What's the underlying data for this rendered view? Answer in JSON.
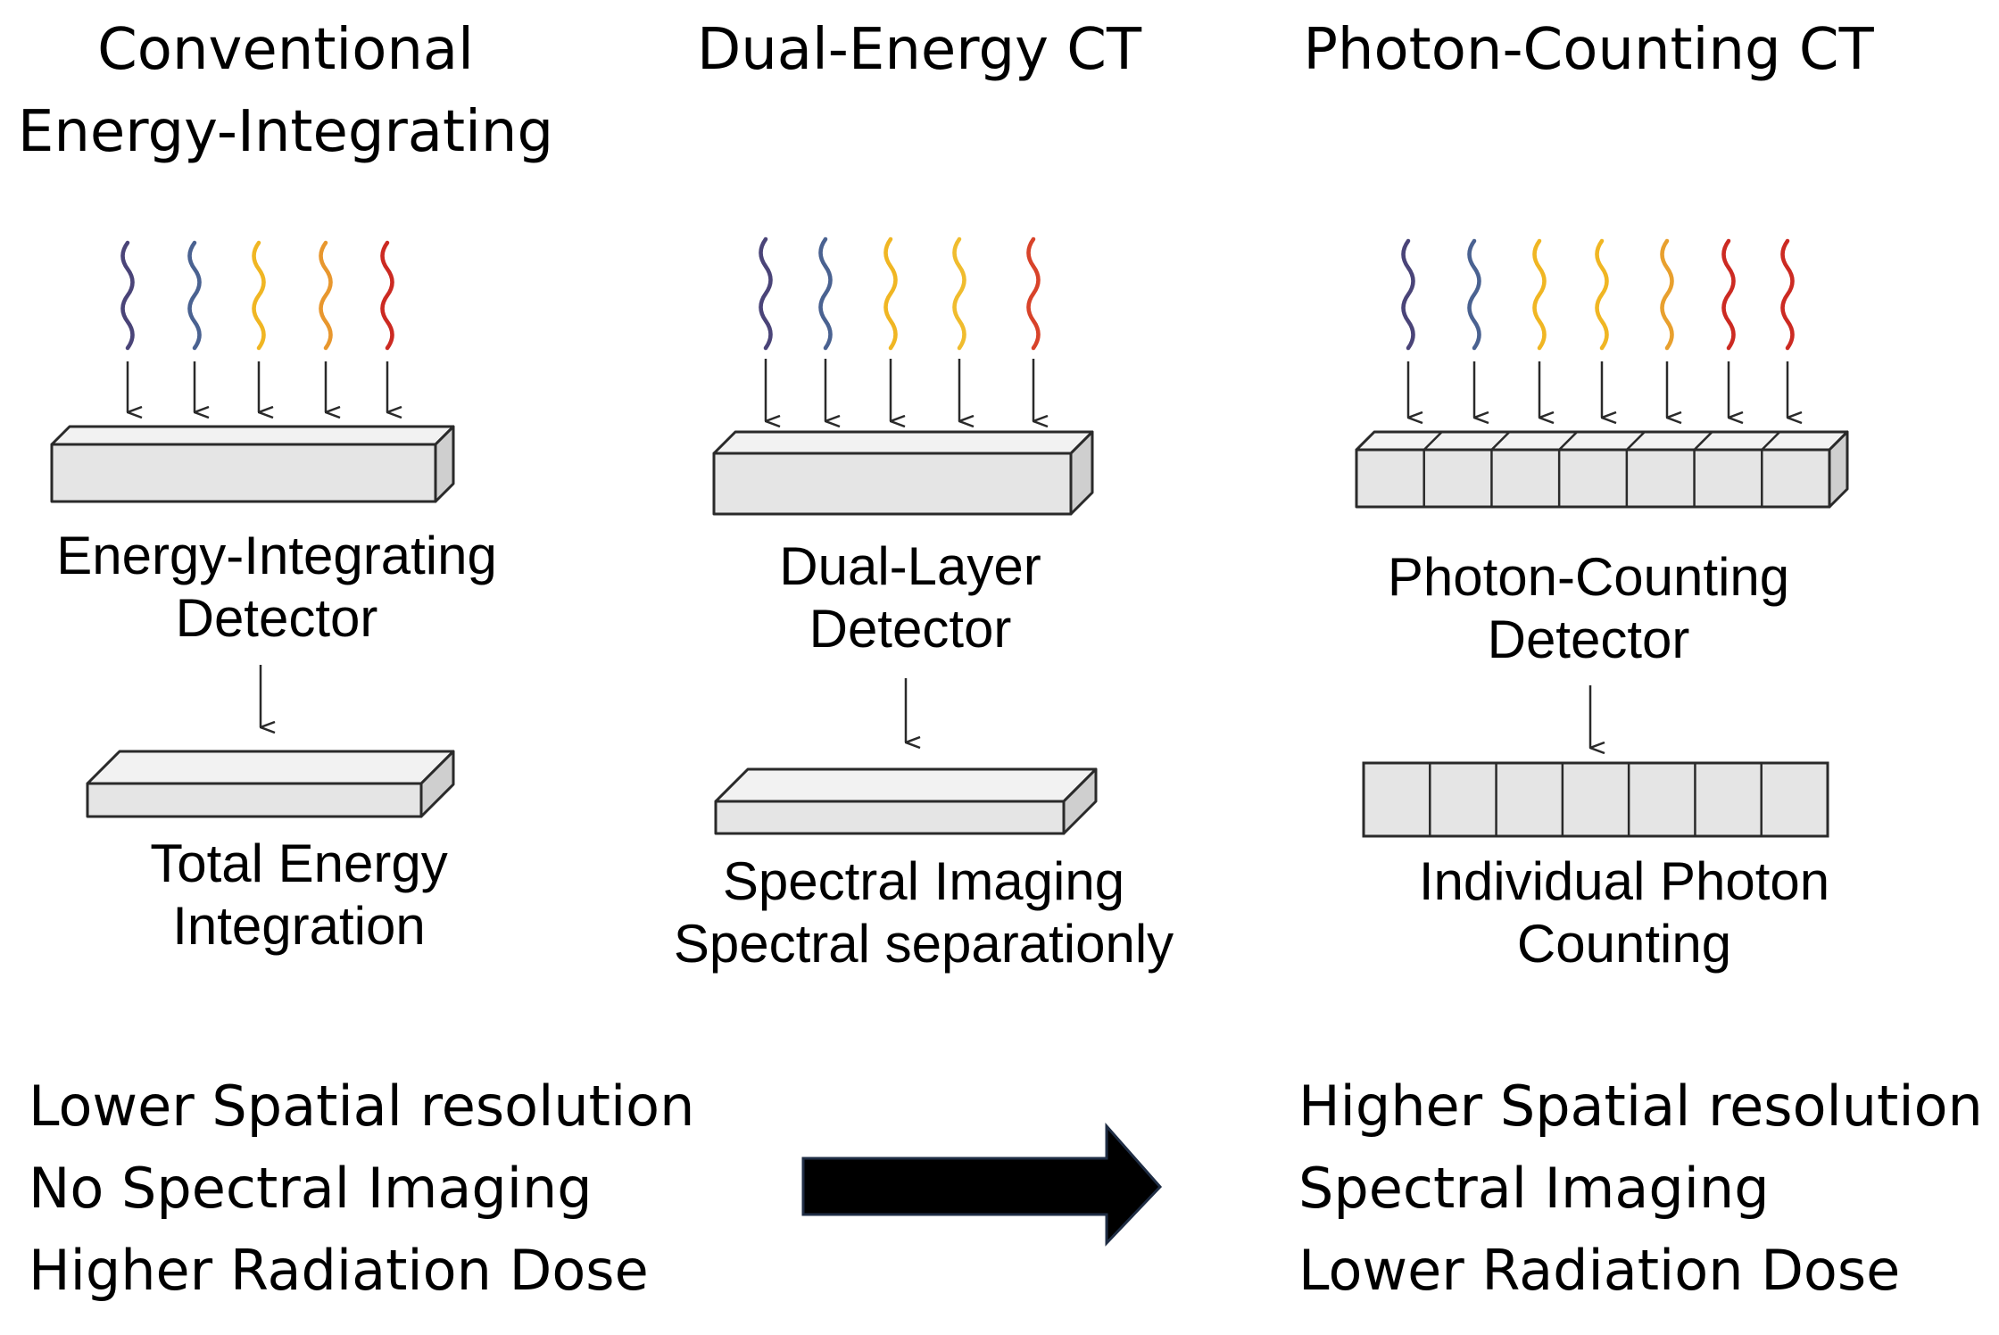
{
  "columns": [
    {
      "title": [
        "Conventional",
        "Energy-Integrating"
      ],
      "detector": [
        "Energy-Integrating",
        "Detector"
      ],
      "result": [
        "Total Energy",
        "Integration"
      ],
      "waves": [
        "#4a4478",
        "#4a6291",
        "#f0b623",
        "#e8972e",
        "#cc2a22"
      ]
    },
    {
      "title": [
        "Dual-Energy CT"
      ],
      "detector": [
        "Dual-Layer",
        "Detector"
      ],
      "result": [
        "Spectral Imaging",
        "Spectral separationly"
      ],
      "waves": [
        "#4a4478",
        "#4a6291",
        "#f0b623",
        "#f0bc2e",
        "#d8432a"
      ]
    },
    {
      "title": [
        "Photon-Counting CT"
      ],
      "detector": [
        "Photon-Counting",
        "Detector"
      ],
      "result": [
        "Individual Photon",
        "Counting"
      ],
      "waves": [
        "#4a4478",
        "#4a6291",
        "#f0b623",
        "#f0b623",
        "#e8a02e",
        "#cc2a22",
        "#cc2a22"
      ]
    }
  ],
  "comparison": {
    "left": [
      "Lower Spatial resolution",
      "No Spectral Imaging",
      "Higher Radiation Dose"
    ],
    "right": [
      "Higher Spatial resolution",
      "Spectral Imaging",
      "Lower Radiation Dose"
    ]
  },
  "colors": {
    "detector_fill": "#e5e5e5",
    "detector_side": "#cfcfcf",
    "detector_top": "#f2f2f2",
    "stroke": "#2a2a2a",
    "arrow_fill": "#000000",
    "arrow_stroke": "#1f2d44"
  }
}
